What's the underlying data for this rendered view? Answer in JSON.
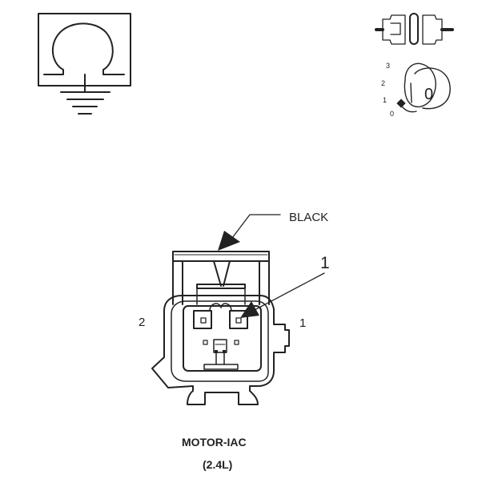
{
  "labels": {
    "color_callout": "BLACK",
    "cavity_callout": "1",
    "pin_left": "2",
    "pin_right": "1",
    "caption_line1": "MOTOR-IAC",
    "caption_line2": "(2.4L)"
  },
  "ignition_key": {
    "positions": [
      "3",
      "2",
      "1",
      "0"
    ],
    "key_label": "0"
  },
  "icons": {
    "ohmmeter": "ohm-symbol-ground-icon",
    "connector_view": "disconnected-connector-icon",
    "ignition": "ignition-switch-icon"
  },
  "colors": {
    "line": "#222222",
    "background": "#ffffff"
  }
}
